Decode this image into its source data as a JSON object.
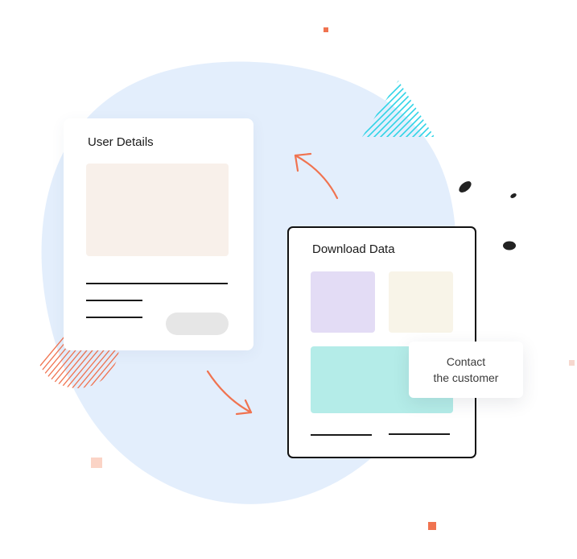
{
  "user_card": {
    "title": "User Details"
  },
  "download_card": {
    "title": "Download Data"
  },
  "tooltip": {
    "line1": "Contact",
    "line2": "the customer"
  },
  "colors": {
    "blob": "#e3eefc",
    "accent_orange": "#f07350",
    "accent_cyan": "#2ed3e6",
    "user_image_block": "#f8f0ea",
    "lavender_block": "#e3dcf5",
    "cream_block": "#f8f4e8",
    "teal_block": "#b4ece8",
    "pill_button": "#e6e6e6",
    "ink": "#1a1a1a"
  }
}
